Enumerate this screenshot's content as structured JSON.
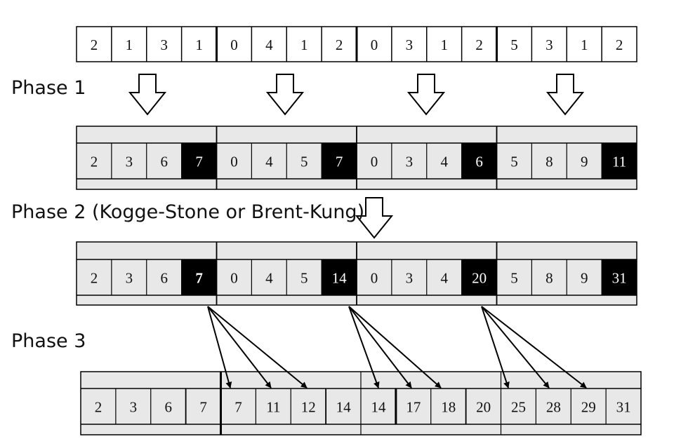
{
  "colors": {
    "cell_fill": "#e8e8e8",
    "highlight_fill": "#000000",
    "stroke": "#000000"
  },
  "input_row": [
    "2",
    "1",
    "3",
    "1",
    "0",
    "4",
    "1",
    "2",
    "0",
    "3",
    "1",
    "2",
    "5",
    "3",
    "1",
    "2"
  ],
  "phases": [
    {
      "label": "Phase 1",
      "values": [
        "2",
        "3",
        "6",
        "7",
        "0",
        "4",
        "5",
        "7",
        "0",
        "3",
        "4",
        "6",
        "5",
        "8",
        "9",
        "11"
      ]
    },
    {
      "label": "Phase 2 (Kogge-Stone or Brent-Kung)",
      "values": [
        "2",
        "3",
        "6",
        "7",
        "0",
        "4",
        "5",
        "14",
        "0",
        "3",
        "4",
        "20",
        "5",
        "8",
        "9",
        "31"
      ]
    },
    {
      "label": "Phase 3",
      "values": [
        "2",
        "3",
        "6",
        "7",
        "7",
        "11",
        "12",
        "14",
        "14",
        "17",
        "18",
        "20",
        "25",
        "28",
        "29",
        "31"
      ]
    }
  ]
}
